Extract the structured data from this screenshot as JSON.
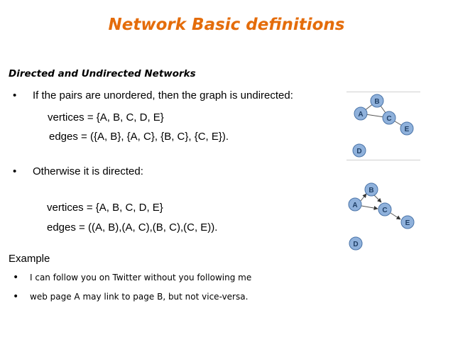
{
  "title": "Network Basic definitions",
  "subtitle": "Directed and Undirected Networks",
  "undirected": {
    "bullet": "If the pairs are unordered, then the graph is undirected:",
    "vertices": "vertices = {A, B, C, D, E}",
    "edges": "edges = ({A, B}, {A, C}, {B, C}, {C, E})."
  },
  "directed": {
    "bullet": "Otherwise it is directed:",
    "vertices": "vertices = {A, B, C, D, E}",
    "edges": "edges = ((A, B),(A, C),(B, C),(C, E))."
  },
  "example": {
    "heading": "Example",
    "items": [
      "I can follow you on Twitter without you following me",
      "web page A may link to page B, but not vice-versa."
    ]
  },
  "bullet_symbol": "•",
  "graph_nodes": [
    "A",
    "B",
    "C",
    "D",
    "E"
  ],
  "colors": {
    "title": "#e46c0a",
    "node_fill": "#8fb1db",
    "node_stroke": "#4a74a8",
    "node_text": "#1f3f66",
    "edge": "#555555"
  }
}
